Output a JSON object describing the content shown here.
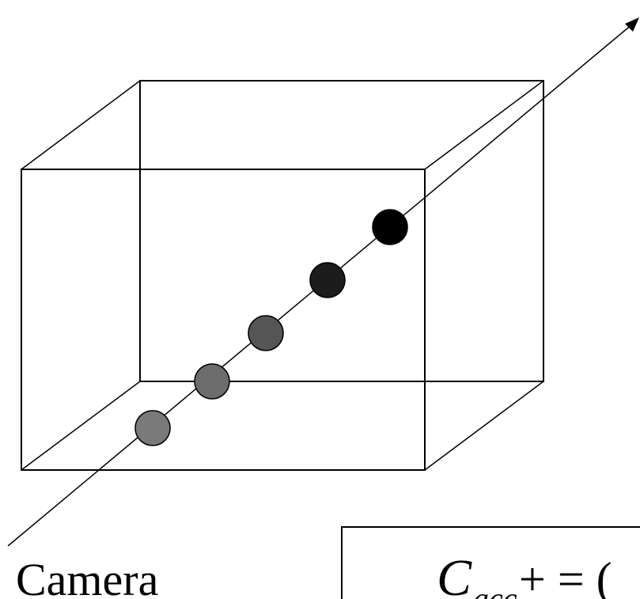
{
  "camera_label": "Camera",
  "formula": {
    "symbol": "C",
    "subscript": "acc",
    "operator": "+ = ("
  },
  "samples": [
    {
      "shade": "#7a7a7a"
    },
    {
      "shade": "#6c6c6c"
    },
    {
      "shade": "#555555"
    },
    {
      "shade": "#1c1c1c"
    },
    {
      "shade": "#000000"
    }
  ],
  "colors": {
    "stroke": "#000000",
    "background": "#ffffff"
  }
}
